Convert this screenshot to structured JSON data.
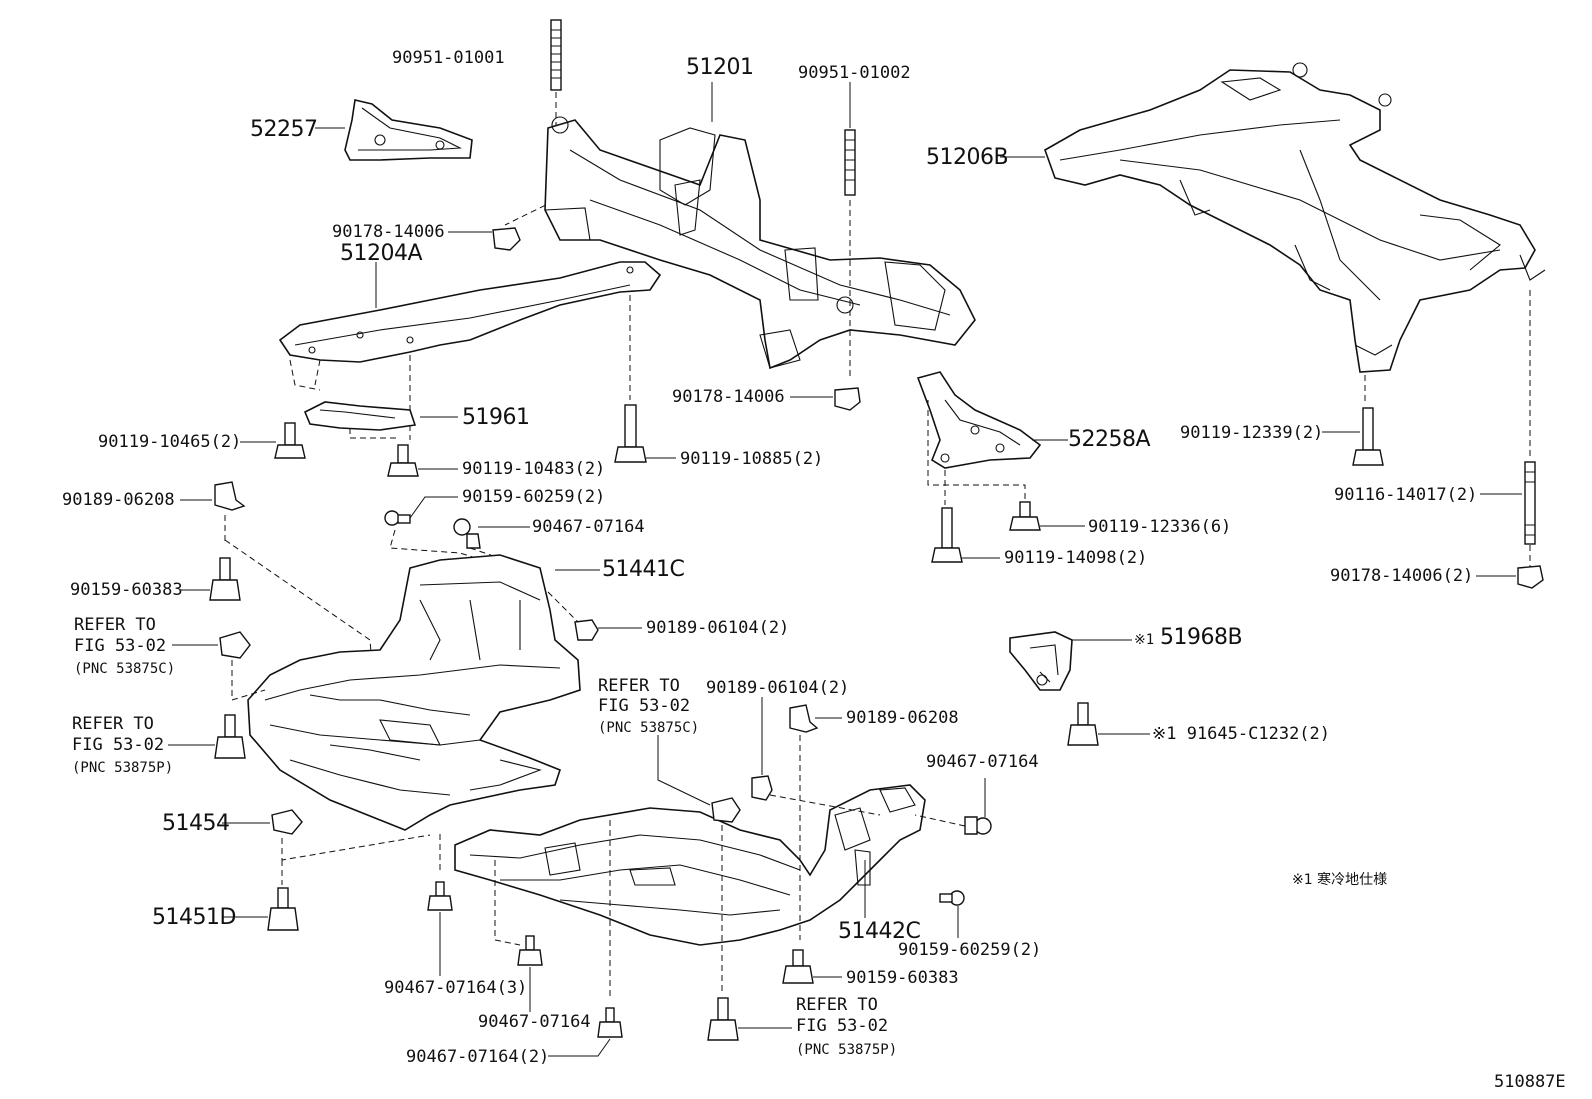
{
  "diagram": {
    "code": "510887E",
    "note": "※1 寒冷地仕様",
    "labels": {
      "l_90951_01001": "90951-01001",
      "l_51201": "51201",
      "l_90951_01002": "90951-01002",
      "l_52257": "52257",
      "l_51206B": "51206B",
      "l_90178_14006_a": "90178-14006",
      "l_51204A": "51204A",
      "l_51961": "51961",
      "l_90119_10465": "90119-10465(2)",
      "l_90119_10483": "90119-10483(2)",
      "l_90119_10885": "90119-10885(2)",
      "l_90178_14006_b": "90178-14006",
      "l_52258A": "52258A",
      "l_90119_12339": "90119-12339(2)",
      "l_90116_14017": "90116-14017(2)",
      "l_90178_14006_c": "90178-14006(2)",
      "l_90189_06208_a": "90189-06208",
      "l_90159_60259_a": "90159-60259(2)",
      "l_90467_07164_a": "90467-07164",
      "l_51441C": "51441C",
      "l_90119_12336": "90119-12336(6)",
      "l_90119_14098": "90119-14098(2)",
      "l_90159_60383_a": "90159-60383",
      "l_90189_06104_a": "90189-06104(2)",
      "l_51968B_mark": "※1",
      "l_51968B": "51968B",
      "l_91645_C1232": "※1 91645-C1232(2)",
      "l_refer_1_a": "REFER TO",
      "l_refer_1_b": "FIG 53-02",
      "l_refer_1_c": "(PNC 53875C)",
      "l_refer_2_a": "REFER TO",
      "l_refer_2_b": "FIG 53-02",
      "l_refer_2_c": "(PNC 53875P)",
      "l_refer_3_a": "REFER TO",
      "l_refer_3_b": "FIG 53-02",
      "l_refer_3_c": "(PNC 53875C)",
      "l_90189_06104_b": "90189-06104(2)",
      "l_90189_06208_b": "90189-06208",
      "l_90467_07164_b": "90467-07164",
      "l_51454": "51454",
      "l_51451D": "51451D",
      "l_51442C": "51442C",
      "l_90159_60259_b": "90159-60259(2)",
      "l_90159_60383_b": "90159-60383",
      "l_90467_07164_c": "90467-07164(3)",
      "l_90467_07164_d": "90467-07164",
      "l_90467_07164_e": "90467-07164(2)",
      "l_refer_4_a": "REFER TO",
      "l_refer_4_b": "FIG 53-02",
      "l_refer_4_c": "(PNC 53875P)"
    }
  }
}
